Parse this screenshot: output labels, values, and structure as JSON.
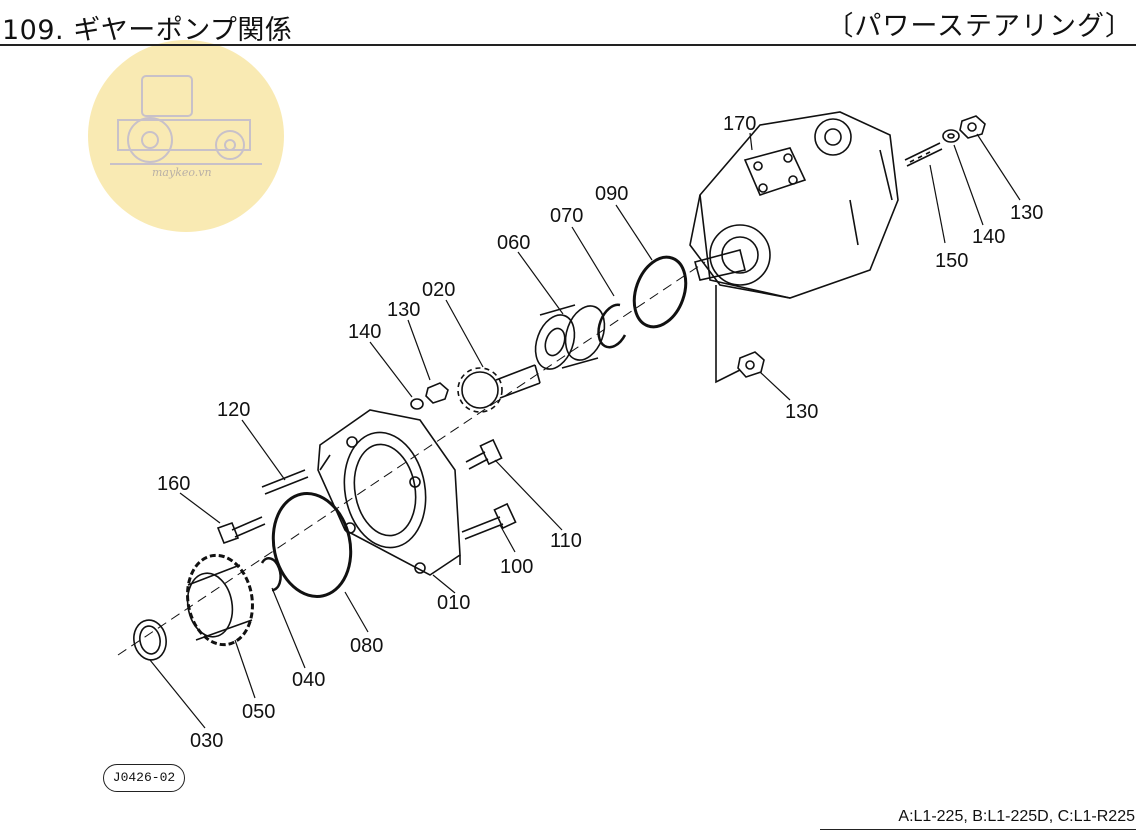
{
  "header": {
    "title": "109. ギヤーポンプ関係",
    "subtitle": "〔パワーステアリング〕"
  },
  "diagram": {
    "code": "J0426-02",
    "parts": [
      "170",
      "090",
      "070",
      "060",
      "020",
      "130",
      "140",
      "120",
      "160",
      "110",
      "100",
      "010",
      "080",
      "040",
      "050",
      "030",
      "150"
    ],
    "labels": {
      "p170": "170",
      "p090": "090",
      "p070": "070",
      "p060": "060",
      "p020": "020",
      "p130a": "130",
      "p140a": "140",
      "p120": "120",
      "p160": "160",
      "p110": "110",
      "p100": "100",
      "p010": "010",
      "p080": "080",
      "p040": "040",
      "p050": "050",
      "p030": "030",
      "p130b": "130",
      "p140b": "140",
      "p150": "150",
      "p130c": "130"
    }
  },
  "footer": {
    "models": "A:L1-225, B:L1-225D, C:L1-R225"
  },
  "watermark": {
    "text": "maykeo.vn",
    "color": "#f8e6a6"
  }
}
